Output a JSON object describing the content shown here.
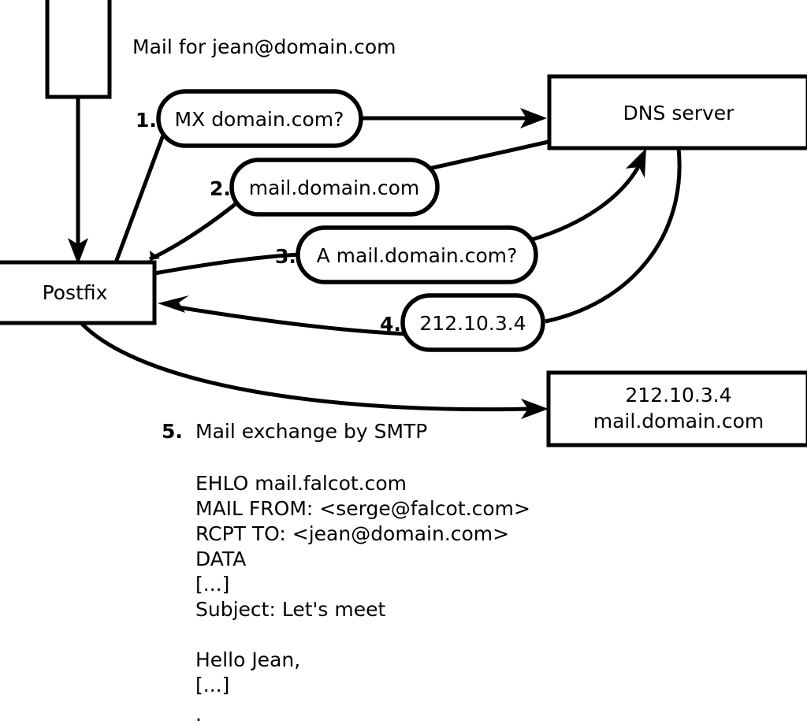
{
  "diagram": {
    "title_caption": "Mail for jean@domain.com",
    "nodes": [
      {
        "id": "mail-client",
        "label": ""
      },
      {
        "id": "postfix",
        "label": "Postfix"
      },
      {
        "id": "dns-server",
        "label": "DNS server"
      },
      {
        "id": "mail-host",
        "label_line1": "212.10.3.4",
        "label_line2": "mail.domain.com"
      }
    ],
    "steps": [
      {
        "number": "1.",
        "message": "MX domain.com?"
      },
      {
        "number": "2.",
        "message": "mail.domain.com"
      },
      {
        "number": "3.",
        "message": "A mail.domain.com?"
      },
      {
        "number": "4.",
        "message": "212.10.3.4"
      },
      {
        "number": "5.",
        "message": "Mail exchange by SMTP"
      }
    ],
    "smtp_transcript": [
      "EHLO mail.falcot.com",
      "MAIL FROM: <serge@falcot.com>",
      "RCPT TO: <jean@domain.com>",
      "DATA",
      "[...]",
      "Subject: Let's meet",
      "",
      "Hello Jean,",
      "[...]",
      "."
    ],
    "colors": {
      "stroke": "#000000",
      "fill": "#ffffff",
      "text": "#000000"
    }
  }
}
